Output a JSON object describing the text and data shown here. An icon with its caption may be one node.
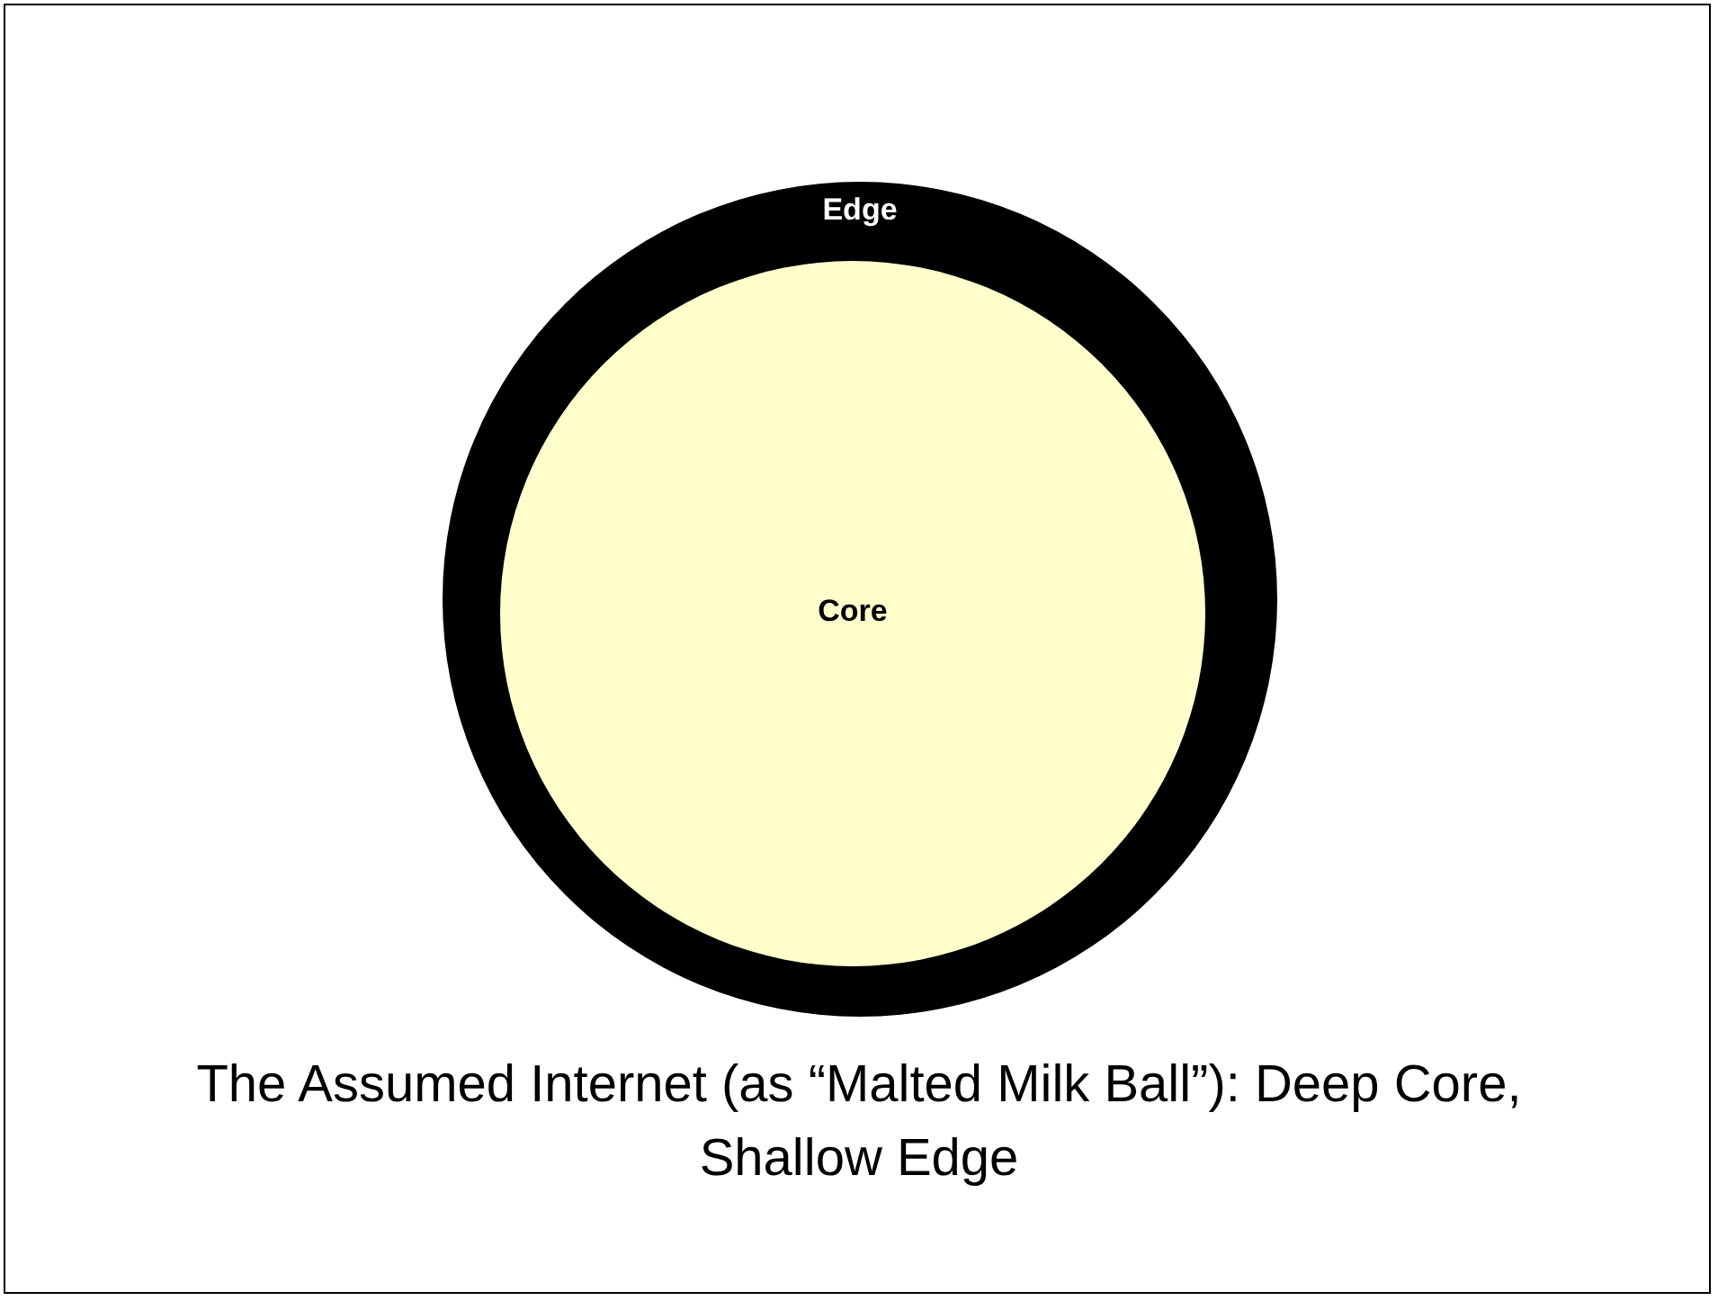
{
  "diagram": {
    "caption": "The Assumed Internet (as “Malted Milk Ball”): Deep Core, Shallow Edge",
    "nodes": [
      {
        "text": [
          "Edge"
        ]
      },
      {
        "text": [
          "Core"
        ],
        "in": 0
      }
    ]
  }
}
